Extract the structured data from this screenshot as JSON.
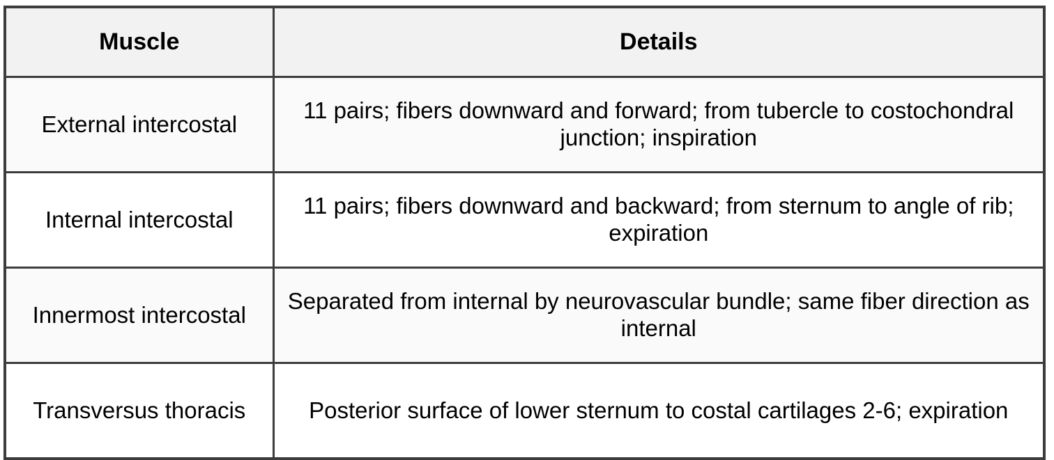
{
  "table": {
    "columns": [
      {
        "key": "muscle",
        "label": "Muscle"
      },
      {
        "key": "details",
        "label": "Details"
      }
    ],
    "rows": [
      {
        "muscle": "External intercostal",
        "details": "11 pairs; fibers downward and forward; from tubercle to costochondral junction; inspiration"
      },
      {
        "muscle": "Internal intercostal",
        "details": "11 pairs; fibers downward and backward; from sternum to angle of rib; expiration"
      },
      {
        "muscle": "Innermost intercostal",
        "details": "Separated from internal by neurovascular bundle; same fiber direction as internal"
      },
      {
        "muscle": "Transversus thoracis",
        "details": "Posterior surface of lower sternum to costal cartilages 2-6; expiration"
      }
    ]
  },
  "colors": {
    "border": "#3c3c3c",
    "header_background": "#f2f2f2",
    "row_shaded_background": "#fafafa",
    "row_plain_background": "#ffffff",
    "text": "#000000"
  }
}
